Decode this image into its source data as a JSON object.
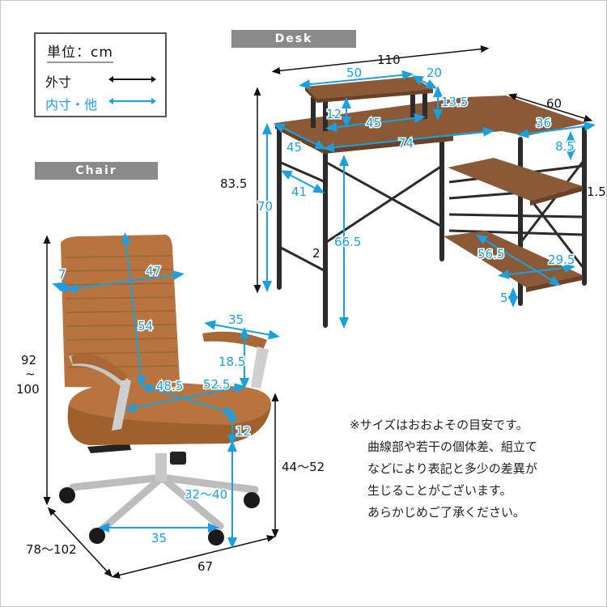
{
  "legend": {
    "unit_label": "単位：cm",
    "outer_label": "外寸",
    "inner_label": "内寸・他",
    "outer_color": "#111111",
    "inner_color": "#1aa0e0"
  },
  "sections": {
    "desk_title": "Desk",
    "chair_title": "Chair"
  },
  "desk": {
    "colors": {
      "wood": "#8a5a36",
      "frame": "#2b2b2b"
    },
    "dimensions": {
      "width_total": "110",
      "depth_total": "60",
      "height_total": "83.5",
      "shelf_top_width": "50",
      "shelf_top_depth": "20",
      "shelf_top_height": "13.5",
      "shelf_inner_height": "12",
      "shelf_inner_width": "45",
      "top_depth": "45",
      "top_inner_width": "74",
      "side_width": "36",
      "side_clearance": "8.5",
      "desk_height": "70",
      "leg_inner_depth": "41",
      "knee_height": "66.5",
      "leg_thickness": "2",
      "side_shelf_thickness": "1.5",
      "bottom_shelf_length": "56.5",
      "bottom_shelf_depth": "29.5",
      "bottom_clearance": "5"
    }
  },
  "chair": {
    "colors": {
      "leather": "#b8743f",
      "metal": "#c8c8c8"
    },
    "dimensions": {
      "height_total": "92\n〜\n100",
      "height_total_top": "92",
      "height_total_sep": "~",
      "height_total_bottom": "100",
      "back_depth": "7",
      "back_width": "47",
      "back_height": "54",
      "arm_length": "35",
      "arm_height": "18.5",
      "seat_depth": "48.5",
      "seat_width": "52.5",
      "seat_thickness": "12",
      "seat_height": "44〜52",
      "seat_base_height": "32〜40",
      "base_inner": "35",
      "depth_total": "78〜102",
      "width_total": "67"
    }
  },
  "note": {
    "lines": [
      "※サイズはおおよその目安です。",
      "曲線部や若干の個体差、組立て",
      "などにより表記と多少の差異が",
      "生じることがございます。",
      "あらかじめご了承ください。"
    ]
  }
}
